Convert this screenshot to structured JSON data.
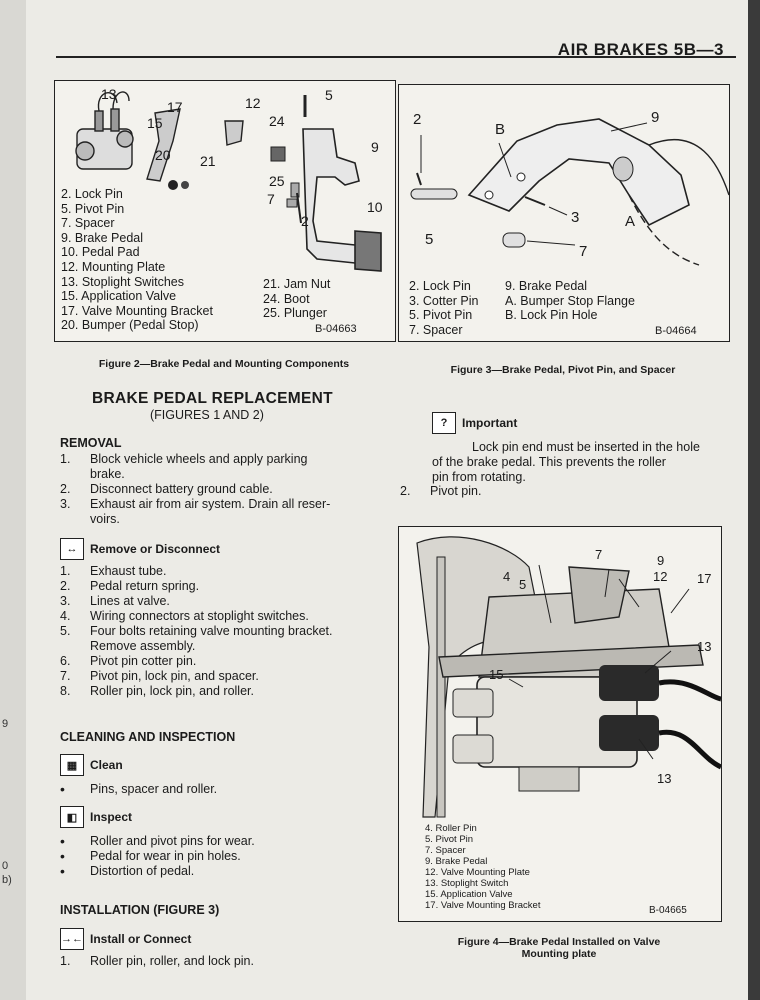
{
  "header": {
    "title": "AIR BRAKES 5B—3"
  },
  "prev_page_marks": [
    "9",
    "0",
    "b)"
  ],
  "fig2": {
    "callouts": [
      "13",
      "17",
      "12",
      "5",
      "15",
      "24",
      "20",
      "21",
      "9",
      "25",
      "7",
      "2",
      "10"
    ],
    "legend_left": [
      "2. Lock Pin",
      "5. Pivot Pin",
      "7. Spacer",
      "9. Brake Pedal",
      "10. Pedal Pad",
      "12. Mounting Plate",
      "13. Stoplight Switches",
      "15. Application Valve",
      "17. Valve Mounting Bracket",
      "20. Bumper (Pedal Stop)"
    ],
    "legend_right": [
      "21. Jam Nut",
      "24. Boot",
      "25. Plunger"
    ],
    "code": "B-04663",
    "caption": "Figure 2—Brake Pedal and Mounting Components"
  },
  "fig3": {
    "callouts": [
      "2",
      "B",
      "9",
      "3",
      "A",
      "5",
      "7"
    ],
    "legend_left": [
      "2. Lock Pin",
      "3. Cotter Pin",
      "5. Pivot Pin",
      "7. Spacer"
    ],
    "legend_right": [
      "9. Brake Pedal",
      "A. Bumper Stop Flange",
      "B. Lock Pin Hole"
    ],
    "code": "B-04664",
    "caption": "Figure 3—Brake Pedal, Pivot Pin, and Spacer"
  },
  "fig4": {
    "callouts": [
      "7",
      "9",
      "4",
      "5",
      "12",
      "17",
      "13",
      "15",
      "13"
    ],
    "legend": [
      "4. Roller Pin",
      "5. Pivot Pin",
      "7. Spacer",
      "9. Brake Pedal",
      "12. Valve Mounting Plate",
      "13. Stoplight Switch",
      "15. Application Valve",
      "17. Valve Mounting Bracket"
    ],
    "code": "B-04665",
    "caption_line1": "Figure 4—Brake Pedal Installed on Valve",
    "caption_line2": "Mounting plate"
  },
  "section": {
    "title": "BRAKE PEDAL REPLACEMENT",
    "subtitle": "(FIGURES 1 AND 2)",
    "removal_heading": "REMOVAL",
    "removal_steps": [
      {
        "n": "1.",
        "text": "Block vehicle wheels and apply parking"
      },
      {
        "n": "",
        "text": "brake."
      },
      {
        "n": "2.",
        "text": "Disconnect battery ground cable."
      },
      {
        "n": "3.",
        "text": "Exhaust air from air system. Drain all reser-"
      },
      {
        "n": "",
        "text": "voirs."
      }
    ],
    "remove_icon_label": "Remove or Disconnect",
    "remove_steps": [
      {
        "n": "1.",
        "text": "Exhaust tube."
      },
      {
        "n": "2.",
        "text": "Pedal return spring."
      },
      {
        "n": "3.",
        "text": "Lines at valve."
      },
      {
        "n": "4.",
        "text": "Wiring connectors at stoplight switches."
      },
      {
        "n": "5.",
        "text": "Four bolts retaining valve mounting bracket."
      },
      {
        "n": "",
        "text": "Remove assembly."
      },
      {
        "n": "6.",
        "text": "Pivot pin cotter pin."
      },
      {
        "n": "7.",
        "text": "Pivot pin, lock pin, and spacer."
      },
      {
        "n": "8.",
        "text": "Roller pin, lock pin, and roller."
      }
    ],
    "cleaning_heading": "CLEANING AND INSPECTION",
    "clean_label": "Clean",
    "clean_items": [
      "Pins, spacer and roller."
    ],
    "inspect_label": "Inspect",
    "inspect_items": [
      "Roller and pivot pins for wear.",
      "Pedal for wear in pin holes.",
      "Distortion of pedal."
    ],
    "installation_heading": "INSTALLATION (FIGURE 3)",
    "install_label": "Install or Connect",
    "install_steps": [
      {
        "n": "1.",
        "text": "Roller pin, roller, and lock pin."
      }
    ],
    "important_label": "Important",
    "important_text": [
      "Lock pin end must be inserted in the hole",
      "of the brake pedal. This prevents the roller",
      "pin from rotating."
    ],
    "step2": {
      "n": "2.",
      "text": "Pivot pin."
    }
  }
}
